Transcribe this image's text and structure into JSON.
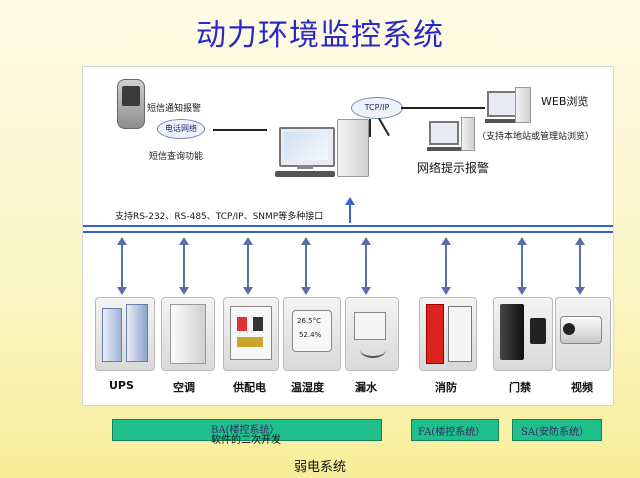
{
  "title": "动力环境监控系统",
  "top": {
    "sms_alarm": "短信通知报警",
    "phone_network": "电话网络",
    "sms_query": "短信查询功能",
    "tcpip": "TCP/IP",
    "web_browse": "WEB浏览",
    "web_note": "（支持本地站或管理站浏览）",
    "network_alarm": "网络提示报警",
    "interfaces": "支持RS-232、RS-485、TCP/IP、SNMP等多种接口"
  },
  "devices": [
    {
      "label": "UPS",
      "icon": "ups-icon"
    },
    {
      "label": "空调",
      "icon": "air-conditioner-icon"
    },
    {
      "label": "供配电",
      "icon": "power-distribution-icon"
    },
    {
      "label": "温湿度",
      "icon": "thermo-hygrometer-icon"
    },
    {
      "label": "漏水",
      "icon": "water-leak-icon"
    },
    {
      "label": "消防",
      "icon": "fire-protection-icon"
    },
    {
      "label": "门禁",
      "icon": "access-control-icon"
    },
    {
      "label": "视频",
      "icon": "video-camera-icon"
    }
  ],
  "display": {
    "temp": "26.5°C",
    "hum": "52.4%"
  },
  "bars": {
    "ba": "BA(楼控系统）",
    "ba_sub": "软件的二次开发",
    "fa": "FA(楼控系统）",
    "sa": "SA(安防系统）"
  },
  "footer": "弱电系统",
  "colors": {
    "title": "#2a28c8",
    "bus": "#3a63c9",
    "bar": "#1fbf8c"
  }
}
